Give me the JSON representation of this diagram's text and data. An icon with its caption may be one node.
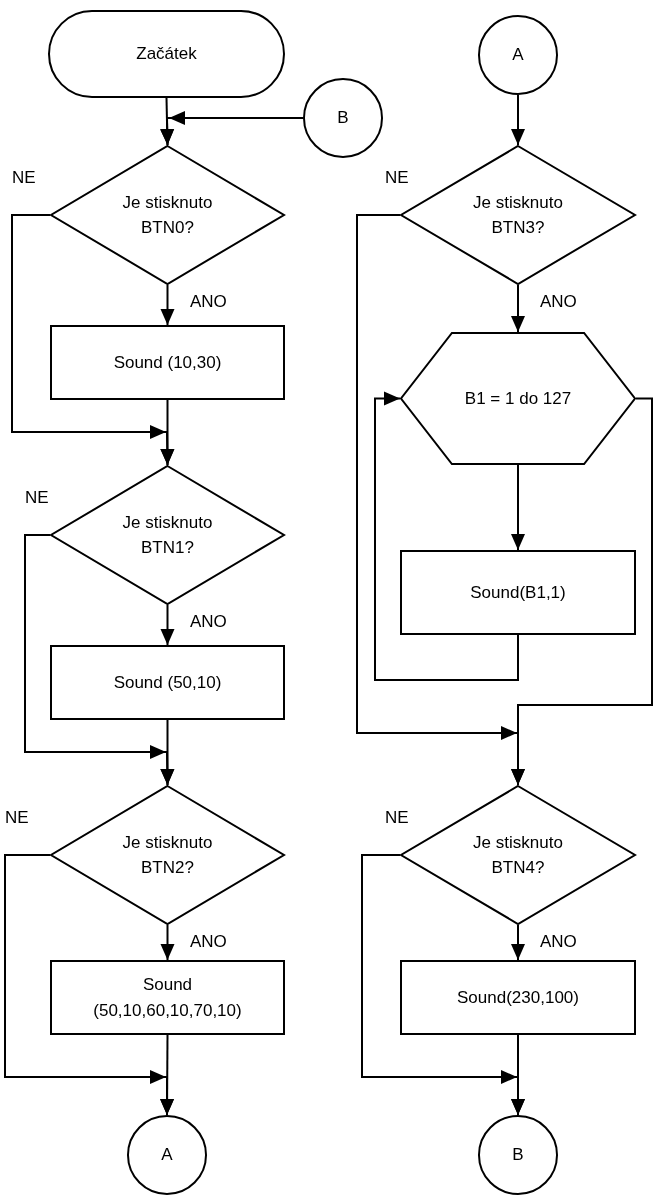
{
  "diagram": {
    "nodes": [
      {
        "text": [
          "Začátek"
        ]
      },
      {
        "text": [
          "B"
        ]
      },
      {
        "text": [
          "Je stisknuto BTN0?"
        ]
      },
      {
        "text": [
          "Sound (10,30)"
        ]
      },
      {
        "text": [
          "Je stisknuto BTN1?"
        ]
      },
      {
        "text": [
          "Sound (50,10)"
        ]
      },
      {
        "text": [
          "Je stisknuto BTN2?"
        ]
      },
      {
        "text": [
          "Sound (50,10,60,10,70,10)"
        ]
      },
      {
        "text": [
          "A"
        ]
      },
      {
        "text": [
          "A"
        ]
      },
      {
        "text": [
          "Je stisknuto BTN3?"
        ]
      },
      {
        "text": [
          "B1 = 1 do 127"
        ]
      },
      {
        "text": [
          "Sound(B1,1)"
        ]
      },
      {
        "text": [
          "Je stisknuto BTN4?"
        ]
      },
      {
        "text": [
          "Sound(230,100)"
        ]
      },
      {
        "text": [
          "B"
        ]
      }
    ],
    "edges": [
      {
        "from": 0,
        "to": 2,
        "arrow": "to"
      },
      {
        "from": 1,
        "to": 2,
        "arrow": "to"
      },
      {
        "from": 2,
        "to": 3,
        "arrow": "to",
        "label": "ANO"
      },
      {
        "from": 2,
        "to": 4,
        "arrow": "to",
        "label": "NE"
      },
      {
        "from": 3,
        "to": 4,
        "arrow": "to"
      },
      {
        "from": 4,
        "to": 5,
        "arrow": "to",
        "label": "ANO"
      },
      {
        "from": 4,
        "to": 6,
        "arrow": "to",
        "label": "NE"
      },
      {
        "from": 5,
        "to": 6,
        "arrow": "to"
      },
      {
        "from": 6,
        "to": 7,
        "arrow": "to",
        "label": "ANO"
      },
      {
        "from": 6,
        "to": 8,
        "arrow": "to",
        "label": "NE"
      },
      {
        "from": 7,
        "to": 8,
        "arrow": "to"
      },
      {
        "from": 9,
        "to": 10,
        "arrow": "to"
      },
      {
        "from": 10,
        "to": 11,
        "arrow": "to",
        "label": "ANO"
      },
      {
        "from": 10,
        "to": 13,
        "arrow": "to",
        "label": "NE"
      },
      {
        "from": 11,
        "to": 12,
        "arrow": "to"
      },
      {
        "from": 12,
        "to": 11,
        "arrow": "to"
      },
      {
        "from": 11,
        "to": 13,
        "arrow": "to"
      },
      {
        "from": 13,
        "to": 14,
        "arrow": "to",
        "label": "ANO"
      },
      {
        "from": 13,
        "to": 15,
        "arrow": "to",
        "label": "NE"
      },
      {
        "from": 14,
        "to": 15,
        "arrow": "to"
      }
    ]
  }
}
